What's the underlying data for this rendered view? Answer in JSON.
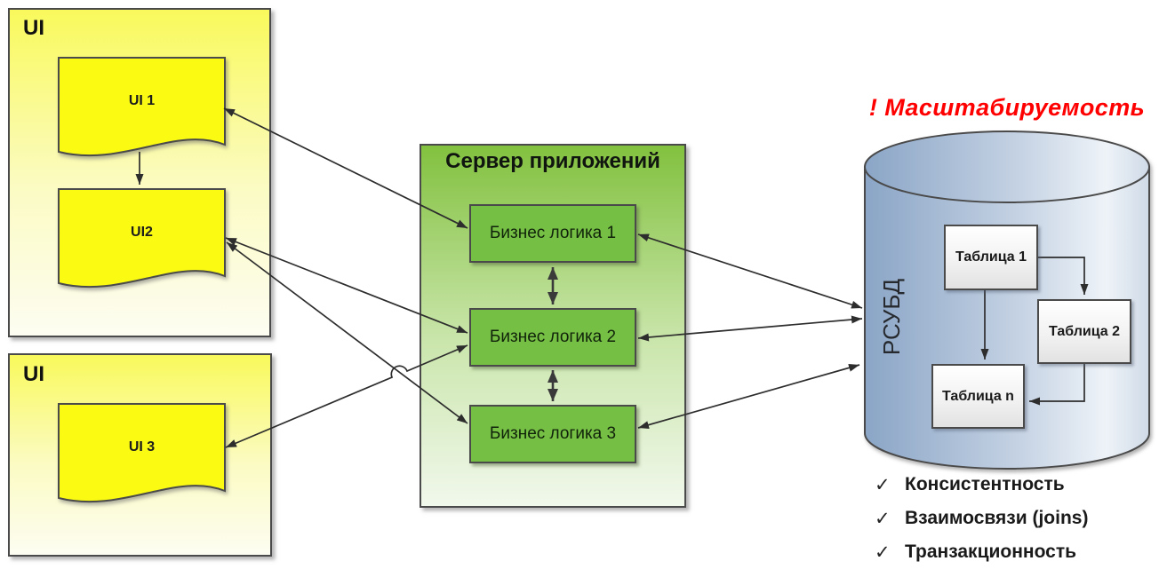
{
  "ui_groups": [
    {
      "label": "UI",
      "documents": [
        "UI 1",
        "UI2"
      ]
    },
    {
      "label": "UI",
      "documents": [
        "UI 3"
      ]
    }
  ],
  "app_server": {
    "title": "Сервер приложений",
    "modules": [
      "Бизнес логика 1",
      "Бизнес логика 2",
      "Бизнес логика 3"
    ]
  },
  "database": {
    "label": "РСУБД",
    "scalability_note": "! Масштабируемость",
    "tables": [
      "Таблица 1",
      "Таблица 2",
      "Таблица n"
    ],
    "check_icon": "✓",
    "features": [
      "Консистентность",
      "Взаимосвязи (joins)",
      "Транзакционность"
    ]
  },
  "edges": [
    "UI 1 → UI2",
    "UI 1 ↔ Бизнес логика 1",
    "UI2 ↔ Бизнес логика 2",
    "UI2 ↔ Бизнес логика 3",
    "UI 3 ↔ Бизнес логика 2",
    "Бизнес логика 1 ↔ Бизнес логика 2",
    "Бизнес логика 2 ↔ Бизнес логика 3",
    "Бизнес логика 1 ↔ РСУБД",
    "Бизнес логика 2 ↔ РСУБД",
    "Бизнес логика 3 ↔ РСУБД",
    "Таблица 1 → Таблица 2",
    "Таблица 1 → Таблица n",
    "Таблица 2 → Таблица n"
  ],
  "colors": {
    "ui_yellow": "#fafa12",
    "server_green": "#76bf45",
    "db_blue_dark": "#8aa5c6",
    "db_blue_light": "#edf2f8",
    "warning_red": "#ff0000",
    "line": "#2d2d2d"
  }
}
